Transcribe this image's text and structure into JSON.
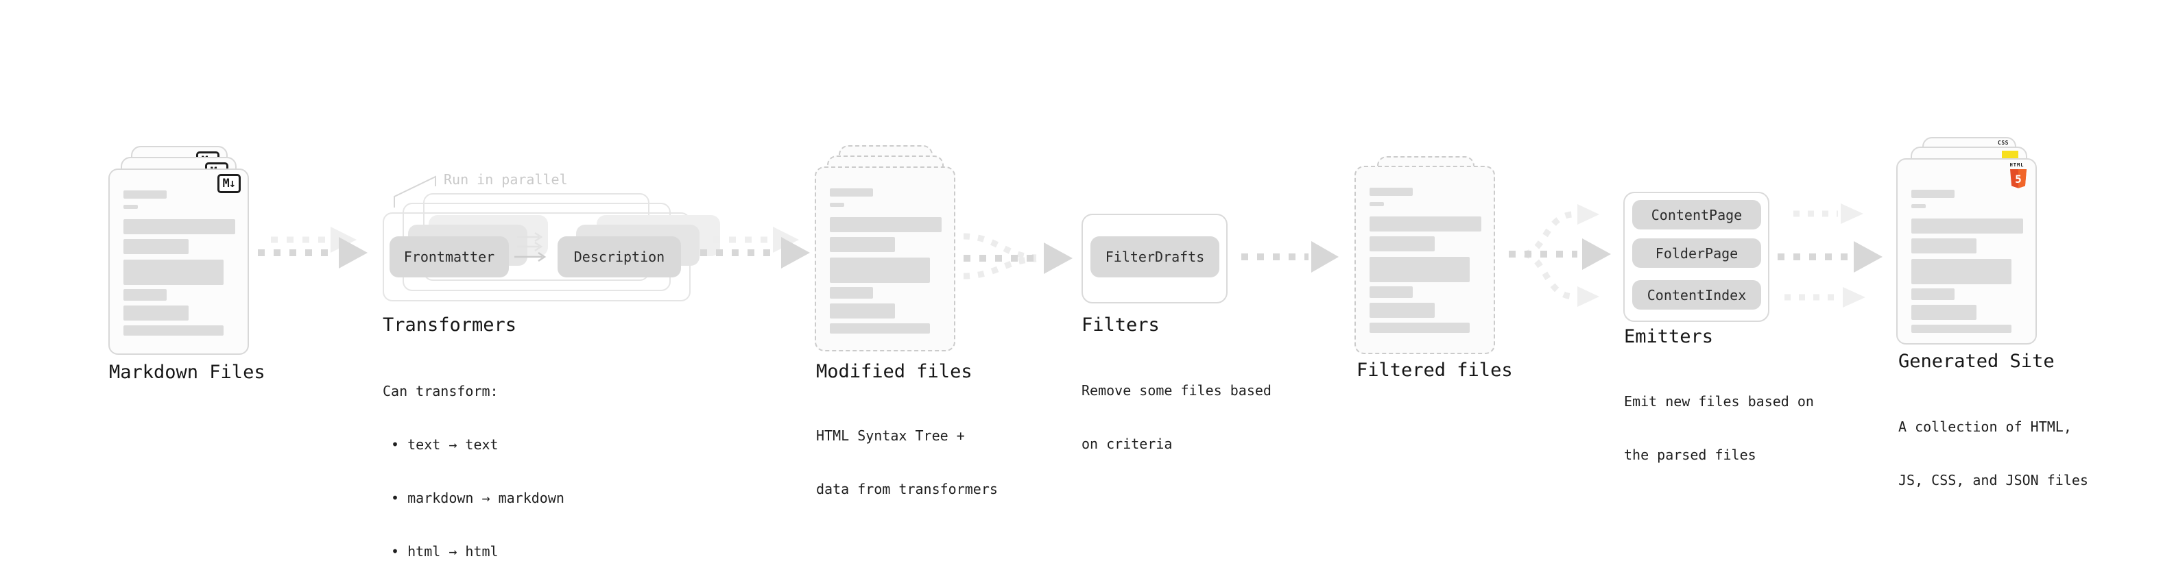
{
  "diagram": {
    "markdown": {
      "badge": "M↓",
      "label": "Markdown Files"
    },
    "transformers": {
      "callout": "Run in parallel",
      "pill_left": "Frontmatter",
      "pill_right": "Description",
      "heading": "Transformers",
      "body_lines": [
        "Can transform:",
        " • text → text",
        " • markdown → markdown",
        " • html → html"
      ]
    },
    "modified": {
      "heading": "Modified files",
      "body_lines": [
        "HTML Syntax Tree +",
        "data from transformers"
      ]
    },
    "filters": {
      "pill": "FilterDrafts",
      "heading": "Filters",
      "body_lines": [
        "Remove some files based",
        "on criteria"
      ]
    },
    "filtered": {
      "label": "Filtered files"
    },
    "emitters": {
      "pills": [
        "ContentPage",
        "FolderPage",
        "ContentIndex"
      ],
      "heading": "Emitters",
      "body_lines": [
        "Emit new files based on",
        "the parsed files"
      ]
    },
    "generated": {
      "css_badge": "CSS",
      "html_badge_label": "HTML",
      "html_badge_number": "5",
      "heading": "Generated Site",
      "body_lines": [
        "A collection of HTML,",
        "JS, CSS, and JSON files"
      ]
    },
    "colors": {
      "arrow_dark": "#d7d7d7",
      "arrow_light": "#eeeeee",
      "pill_bg": "#d9d9d9",
      "doc_border": "#d8d8d8",
      "dashed_border": "#cbcbcb",
      "skeleton": "#dcdcdc",
      "text": "#1c1c1c",
      "muted_label": "#c9c9c9",
      "css_blue": "#2b62f1",
      "js_yellow": "#f7df1e",
      "html_orange": "#e44d26"
    }
  }
}
